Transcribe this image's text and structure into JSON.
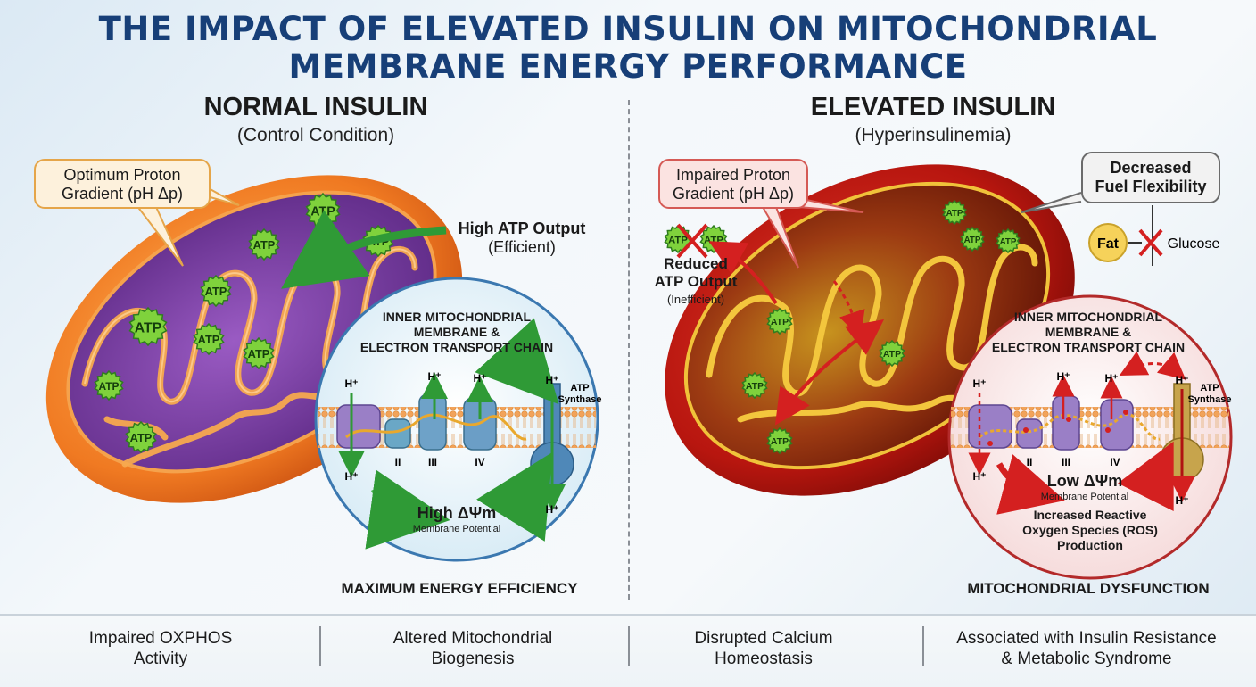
{
  "title_line1": "THE IMPACT OF ELEVATED INSULIN ON MITOCHONDRIAL",
  "title_line2": "MEMBRANE ENERGY PERFORMANCE",
  "normal": {
    "title": "NORMAL INSULIN",
    "subtitle": "(Control Condition)",
    "callout_line1": "Optimum Proton",
    "callout_line2": "Gradient (pH Δp)",
    "atp_output_line1": "High ATP Output",
    "atp_output_line2": "(Efficient)",
    "atp_label": "ATP",
    "inset_title_line1": "INNER MITOCHONDRIAL",
    "inset_title_line2": "MEMBRANE &",
    "inset_title_line3": "ELECTRON TRANSPORT CHAIN",
    "proton": "H⁺",
    "complex_II": "II",
    "complex_III": "III",
    "complex_IV": "IV",
    "atp_synthase_line1": "ATP",
    "atp_synthase_line2": "Synthase",
    "potential_value": "High ΔΨm",
    "potential_label": "Membrane Potential",
    "summary": "MAXIMUM ENERGY EFFICIENCY",
    "colors": {
      "outer": "#f07a22",
      "matrix": "#7a3fa0",
      "cristae": "#f3a54a"
    }
  },
  "elevated": {
    "title": "ELEVATED INSULIN",
    "subtitle": "(Hyperinsulinemia)",
    "callout_line1": "Impaired Proton",
    "callout_line2": "Gradient (pH Δp)",
    "fuel_line1": "Decreased",
    "fuel_line2": "Fuel Flexibility",
    "fat_label": "Fat",
    "glucose_label": "Glucose",
    "atp_output_line1": "Reduced",
    "atp_output_line2": "ATP Output",
    "atp_output_line3": "(Inefficient)",
    "atp_label": "ATP",
    "inset_title_line1": "INNER MITOCHONDRIAL",
    "inset_title_line2": "MEMBRANE &",
    "inset_title_line3": "ELECTRON TRANSPORT CHAIN",
    "proton": "H⁺",
    "complex_II": "II",
    "complex_III": "III",
    "complex_IV": "IV",
    "atp_synthase_line1": "ATP",
    "atp_synthase_line2": "Synthase",
    "potential_value": "Low ΔΨm",
    "potential_label": "Membrane Potential",
    "ros_line1": "Increased Reactive",
    "ros_line2": "Oxygen Species (ROS)",
    "ros_line3": "Production",
    "summary": "MITOCHONDRIAL DYSFUNCTION",
    "colors": {
      "outer": "#b8160f",
      "matrix": "#8a2a10",
      "cristae": "#f2c53a"
    }
  },
  "bottom": [
    {
      "line1": "Impaired OXPHOS",
      "line2": "Activity"
    },
    {
      "line1": "Altered Mitochondrial",
      "line2": "Biogenesis"
    },
    {
      "line1": "Disrupted Calcium",
      "line2": "Homeostasis"
    },
    {
      "line1": "Associated with Insulin Resistance",
      "line2": "& Metabolic Syndrome"
    }
  ]
}
